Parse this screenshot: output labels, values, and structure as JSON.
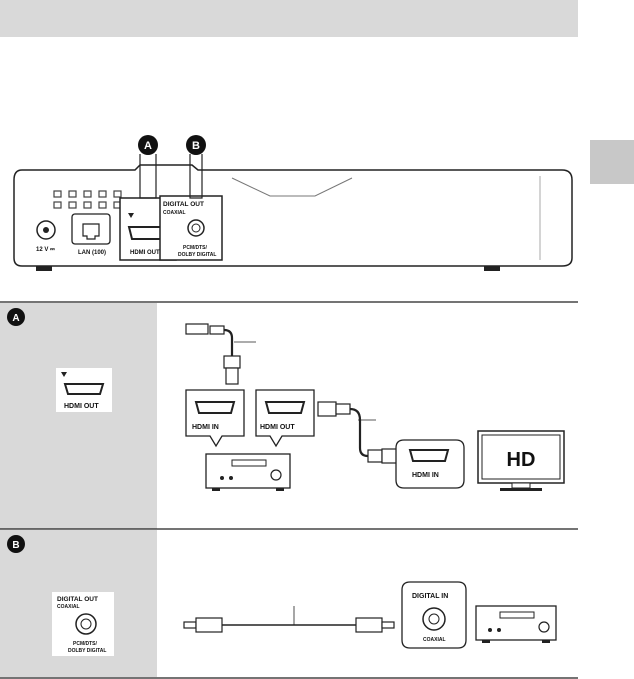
{
  "markers": {
    "a": "A",
    "b": "B"
  },
  "player": {
    "dc_label": "12 V ⎓",
    "lan_label": "LAN (100)",
    "hdmi_label": "HDMI OUT",
    "digital_out_label": "DIGITAL OUT",
    "coaxial_label": "COAXIAL",
    "pcm_label": "PCM/DTS/",
    "dolby_label": "DOLBY DIGITAL"
  },
  "row_a": {
    "port_label": "HDMI OUT",
    "receiver_in_label": "HDMI IN",
    "receiver_out_label": "HDMI OUT",
    "tv_in_label": "HDMI IN",
    "tv_screen_label": "HD"
  },
  "row_b": {
    "digital_out_label": "DIGITAL OUT",
    "coaxial_label": "COAXIAL",
    "pcm_label": "PCM/DTS/",
    "dolby_label": "DOLBY DIGITAL",
    "digital_in_label": "DIGITAL IN",
    "coaxial_in_label": "COAXIAL"
  }
}
